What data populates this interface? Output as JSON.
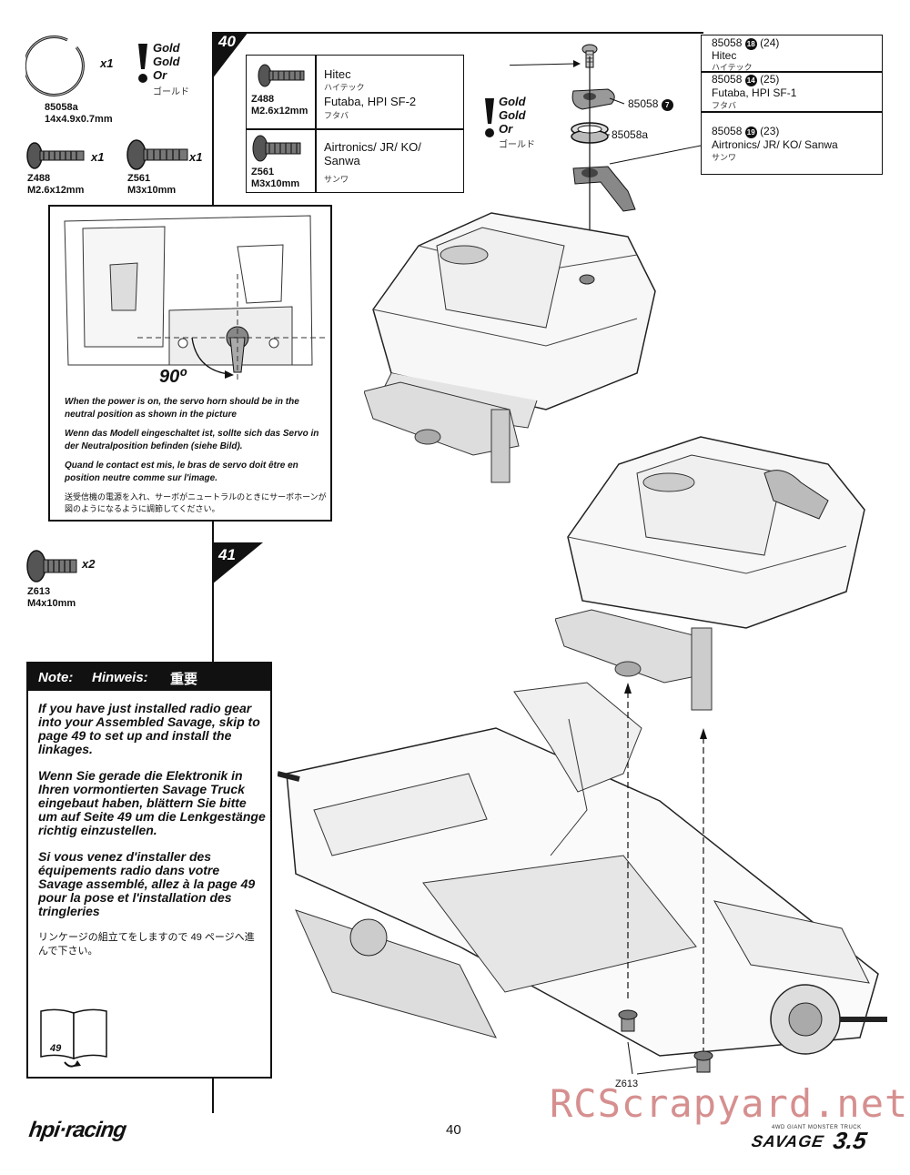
{
  "parts_step40": {
    "ring_code": "85058a",
    "ring_size": "14x4.9x0.7mm",
    "ring_qty": "x1",
    "screw1_code": "Z488",
    "screw1_size": "M2.6x12mm",
    "screw1_qty": "x1",
    "screw2_code": "Z561",
    "screw2_size": "M3x10mm",
    "screw2_qty": "x1",
    "gold_en": "Gold",
    "gold_de": "Gold",
    "gold_fr": "Or",
    "gold_jp": "ゴールド"
  },
  "step40": {
    "number": "40",
    "table": [
      {
        "code": "Z488",
        "size": "M2.6x12mm",
        "brand1": "Hitec",
        "brand1_jp": "ハイテック",
        "brand2": "Futaba, HPI SF-2",
        "brand2_jp": "フタバ"
      },
      {
        "code": "Z561",
        "size": "M3x10mm",
        "brand1": "Airtronics/ JR/ KO/ Sanwa",
        "brand1_jp": "サンワ"
      }
    ],
    "gold_en": "Gold",
    "gold_de": "Gold",
    "gold_fr": "Or",
    "gold_jp": "ゴールド",
    "label_horn": "85058",
    "label_horn_num": "7",
    "label_ring": "85058a",
    "horn_table": [
      {
        "code": "85058",
        "num": "18",
        "teeth": "(24)",
        "brand": "Hitec",
        "jp": "ハイテック"
      },
      {
        "code": "85058",
        "num": "14",
        "teeth": "(25)",
        "brand": "Futaba, HPI SF-1",
        "jp": "フタバ"
      },
      {
        "code": "85058",
        "num": "19",
        "teeth": "(23)",
        "brand": "Airtronics/ JR/ KO/ Sanwa",
        "jp": "サンワ"
      }
    ]
  },
  "inset": {
    "angle": "90º",
    "text_en": "When the power is on, the servo horn should be in the neutral position as shown in the picture",
    "text_de": "Wenn das Modell eingeschaltet ist, sollte sich das Servo in der Neutralposition befinden (siehe Bild).",
    "text_fr": "Quand le contact est mis, le bras de servo doit être en position neutre comme sur l'image.",
    "text_jp": "送受信機の電源を入れ、サーボがニュートラルのときにサーボホーンが図のようになるように調節してください。"
  },
  "step41": {
    "number": "41",
    "screw_code": "Z613",
    "screw_size": "M4x10mm",
    "screw_qty": "x2",
    "callout": "Z613"
  },
  "note": {
    "header_en": "Note:",
    "header_de": "Hinweis:",
    "header_jp": "重要",
    "p_en": "If you have just installed radio gear into your Assembled Savage, skip to page 49 to set up and install the linkages.",
    "p_de": "Wenn Sie gerade die Elektronik in Ihren vormontierten Savage Truck eingebaut haben, blättern Sie bitte um auf Seite 49 um die Lenkgestänge richtig einzustellen.",
    "p_fr": "Si vous venez d'installer des équipements radio dans votre Savage assemblé, allez à la page 49 pour la pose et l'installation des tringleries",
    "p_jp": "リンケージの組立てをしますので 49 ページへ進んで下さい。",
    "book_page": "49"
  },
  "footer": {
    "brand": "hpi·racing",
    "page_number": "40",
    "watermark": "RCScrapyard.net",
    "product_small": "4WD GIANT MONSTER TRUCK",
    "product": "SAVAGE",
    "product_version": "3.5"
  }
}
